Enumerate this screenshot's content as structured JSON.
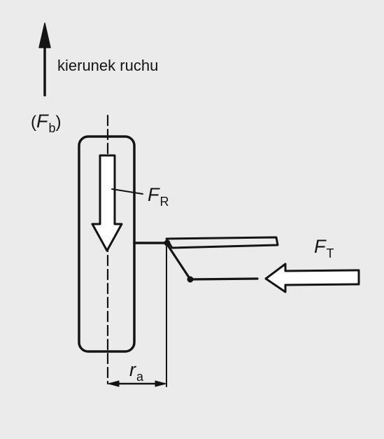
{
  "labels": {
    "direction": "kierunek ruchu",
    "fb_open": "(",
    "fb_var": "F",
    "fb_sub": "b",
    "fb_close": ")",
    "fr_var": "F",
    "fr_sub": "R",
    "ft_var": "F",
    "ft_sub": "T",
    "ra_var": "r",
    "ra_sub": "a"
  },
  "colors": {
    "ink": "#141414",
    "background": "#ebebeb",
    "arrow_fill": "#ffffff"
  }
}
